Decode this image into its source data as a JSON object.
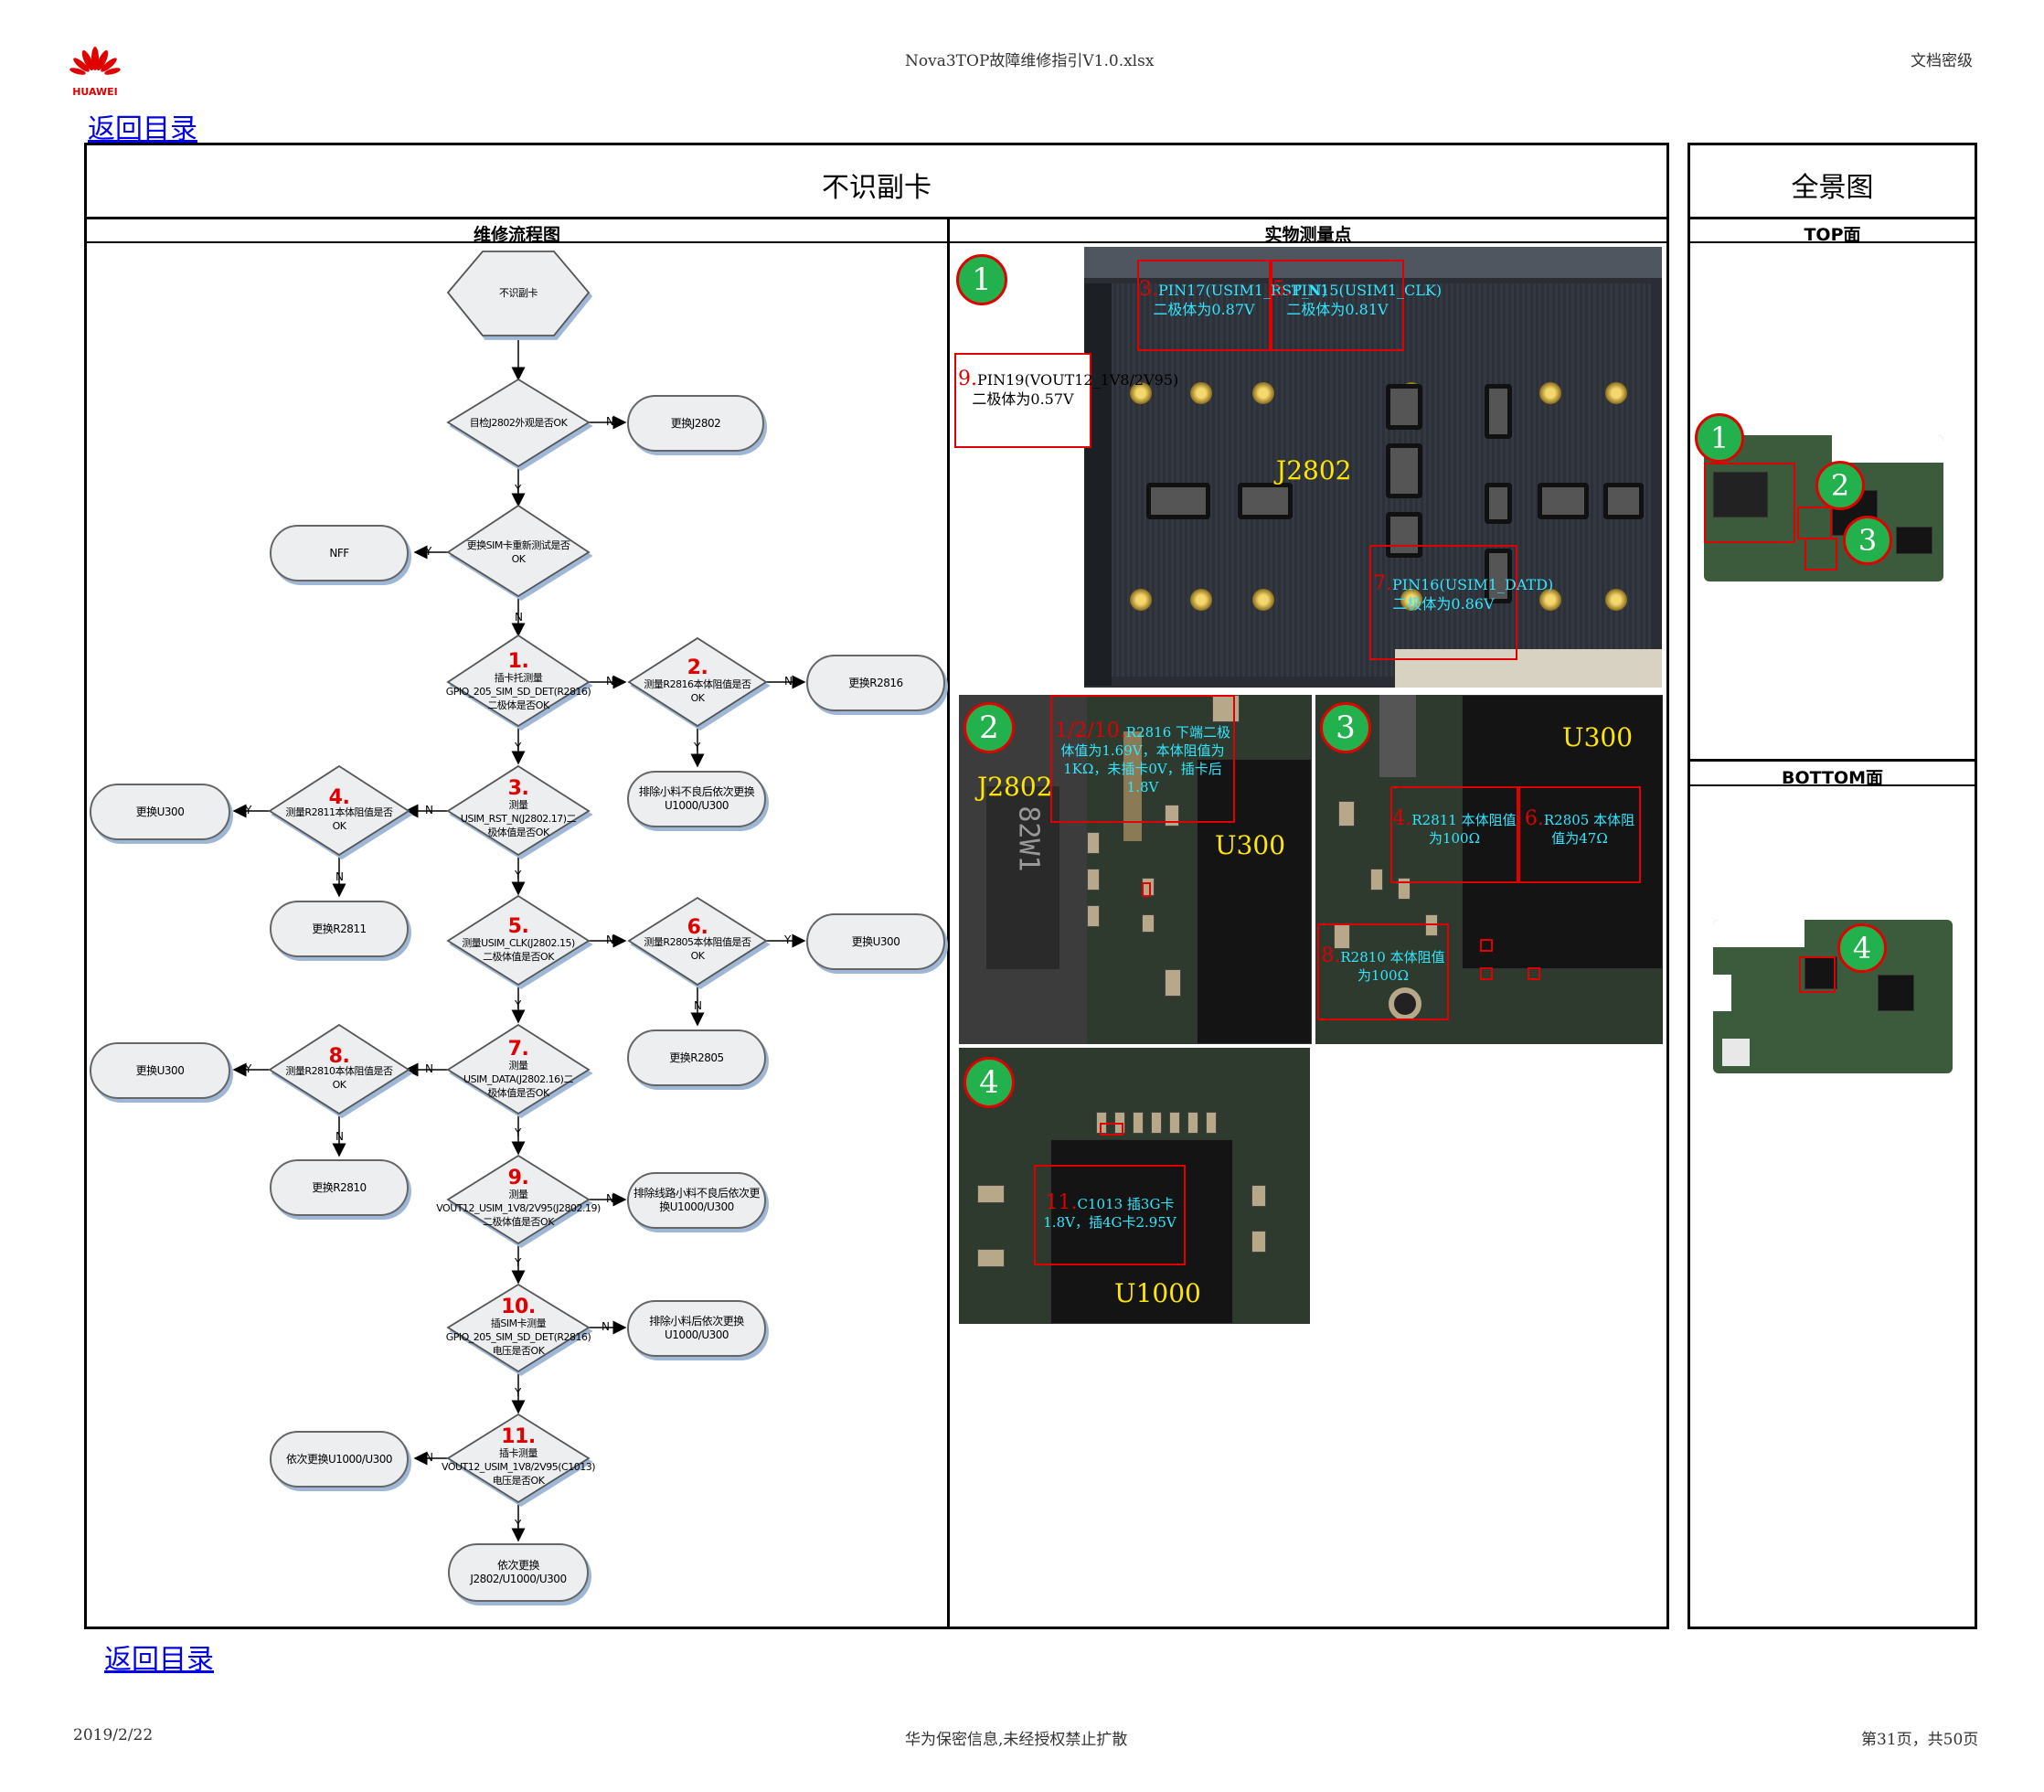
{
  "header": {
    "file_name": "Nova3TOP故障维修指引V1.0.xlsx",
    "classification": "文档密级",
    "logo_text": "HUAWEI"
  },
  "nav": {
    "back_top": "返回目录",
    "back_bottom": "返回目录"
  },
  "main": {
    "title": "不识副卡",
    "col_flow": "维修流程图",
    "col_photo": "实物测量点"
  },
  "side": {
    "title": "全景图",
    "top_label": "TOP面",
    "bottom_label": "BOTTOM面"
  },
  "flow": {
    "start": "不识副卡",
    "d1": "目检J2802外观是否OK",
    "r_replace_j2802": "更换J2802",
    "d2": "更换SIM卡重新测试是否OK",
    "nff": "NFF",
    "d_step1_num": "1.",
    "d_step1": "插卡托测量GPIO_205_SIM_SD_DET(R2816)二极体是否OK",
    "d_step2_num": "2.",
    "d_step2": "测量R2816本体阻值是否OK",
    "r_replace_r2816": "更换R2816",
    "r_exclude1": "排除小料不良后依次更换U1000/U300",
    "d_step3_num": "3.",
    "d_step3": "测量USIM_RST_N(J2802.17)二极体值是否OK",
    "d_step4_num": "4.",
    "d_step4": "测量R2811本体阻值是否OK",
    "r_replace_u300_a": "更换U300",
    "r_replace_r2811": "更换R2811",
    "d_step5_num": "5.",
    "d_step5": "测量USIM_CLK(J2802.15)二极体值是否OK",
    "d_step6_num": "6.",
    "d_step6": "测量R2805本体阻值是否OK",
    "r_replace_u300_b": "更换U300",
    "r_replace_r2805": "更换R2805",
    "d_step7_num": "7.",
    "d_step7": "测量USIM_DATA(J2802.16)二极体值是否OK",
    "d_step8_num": "8.",
    "d_step8": "测量R2810本体阻值是否OK",
    "r_replace_u300_c": "更换U300",
    "r_replace_r2810": "更换R2810",
    "d_step9_num": "9.",
    "d_step9": "测量VOUT12_USIM_1V8/2V95(J2802.19)二极体值是否OK",
    "r_exclude2": "排除线路小料不良后依次更换U1000/U300",
    "d_step10_num": "10.",
    "d_step10": "插SIM卡测量GPIO_205_SIM_SD_DET(R2816)电压是否OK",
    "r_exclude3": "排除小料后依次更换U1000/U300",
    "d_step11_num": "11.",
    "d_step11": "插卡测量VOUT12_USIM_1V8/2V95(C1013)电压是否OK",
    "r_replace_seq1": "依次更换U1000/U300",
    "end": "依次更换J2802/U1000/U300",
    "y": "Y",
    "n": "N"
  },
  "photos": {
    "p1": {
      "badge": "1",
      "part": "J2802",
      "a3_num": "3.",
      "a3": "PIN17(USIM1_RST_N)二极体为0.87V",
      "a5_num": "5.",
      "a5": "PIN15(USIM1_CLK)二极体为0.81V",
      "a9_num": "9.",
      "a9": "PIN19(VOUT12_1V8/2V95)二极体为0.57V",
      "a7_num": "7.",
      "a7": "PIN16(USIM1_DATD)二极体为0.86V"
    },
    "p2": {
      "badge": "2",
      "part_left": "J2802",
      "part_right": "U300",
      "marking": "82W1",
      "a_num": "1/2/10.",
      "a": "R2816 下端二极体值为1.69V，本体阻值为1KΩ，未插卡0V，插卡后1.8V"
    },
    "p3": {
      "badge": "3",
      "part": "U300",
      "a4_num": "4.",
      "a4": "R2811 本体阻值为100Ω",
      "a6_num": "6.",
      "a6": "R2805 本体阻值为47Ω",
      "a8_num": "8.",
      "a8": "R2810 本体阻值为100Ω"
    },
    "p4": {
      "badge": "4",
      "part": "U1000",
      "a11_num": "11.",
      "a11": "C1013 插3G卡1.8V，插4G卡2.95V"
    }
  },
  "panorama": {
    "b1": "1",
    "b2": "2",
    "b3": "3",
    "b4": "4"
  },
  "footer": {
    "date": "2019/2/22",
    "notice": "华为保密信息,未经授权禁止扩散",
    "page": "第31页，共50页"
  }
}
